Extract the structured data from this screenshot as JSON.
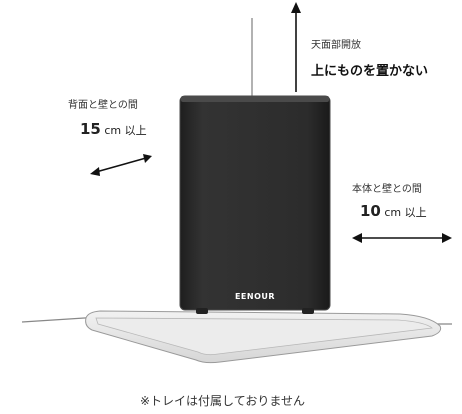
{
  "top": {
    "caption": "天面部開放",
    "note": "上にものを置かない"
  },
  "back": {
    "caption": "背面と壁との間",
    "value": "15",
    "unit": "cm 以上"
  },
  "side": {
    "caption": "本体と壁との間",
    "value": "10",
    "unit": "cm 以上"
  },
  "device": {
    "brand": "EENOUR"
  },
  "footnote": "※トレイは付属しておりません",
  "colors": {
    "device_body": "#2a2a2a",
    "device_edge": "#4a4a4a",
    "tray": "#e4e4e4",
    "wall_line": "#888888",
    "arrow": "#111111"
  }
}
